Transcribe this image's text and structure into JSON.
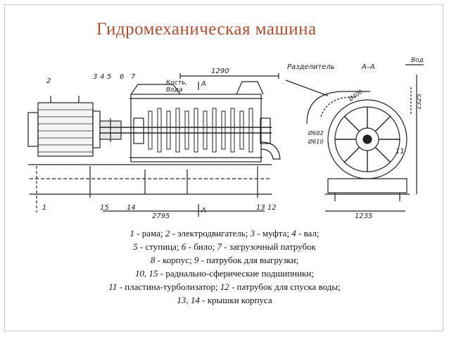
{
  "slide": {
    "title": "Гидромеханическая машина",
    "title_color": "#b14d2b"
  },
  "drawing": {
    "dims": {
      "top": "1290",
      "bottom_left": "2795",
      "bottom_right": "1235",
      "height": "1325",
      "d1": "Ø682",
      "d2": "Ø610",
      "angle": "Ø400"
    },
    "labels": {
      "section_top": "А",
      "section_bottom": "А",
      "section_view": "А–А",
      "divider": "Разделитель",
      "bones": "Кость,",
      "water": "Вода",
      "water_right": "Вод"
    },
    "part_numbers": [
      "2",
      "3",
      "4",
      "5",
      "6",
      "7",
      "1",
      "15",
      "14",
      "13",
      "12",
      "11"
    ]
  },
  "legend": {
    "line1": [
      {
        "num": "1",
        "text": " - рама;  "
      },
      {
        "num": "2",
        "text": " - электродвигатель; "
      },
      {
        "num": "3",
        "text": " - муфта; "
      },
      {
        "num": "4",
        "text": " - вал;"
      }
    ],
    "line2": [
      {
        "num": "5",
        "text": " - ступица; "
      },
      {
        "num": "6",
        "text": " - било; "
      },
      {
        "num": "7",
        "text": " - загрузочный  патрубок"
      }
    ],
    "line3": [
      {
        "num": "8",
        "text": " - корпус; "
      },
      {
        "num": "9",
        "text": " - патрубок для выгрузки;"
      }
    ],
    "line4": [
      {
        "num": "10, 15",
        "text": " - раднально-сферические подшипники;"
      }
    ],
    "line5": [
      {
        "num": "11",
        "text": " - пластина-турболизатор; "
      },
      {
        "num": "12",
        "text": " - патрубок для спуска воды;"
      }
    ],
    "line6": [
      {
        "num": "13, 14",
        "text": " - крышки корпуса"
      }
    ]
  }
}
